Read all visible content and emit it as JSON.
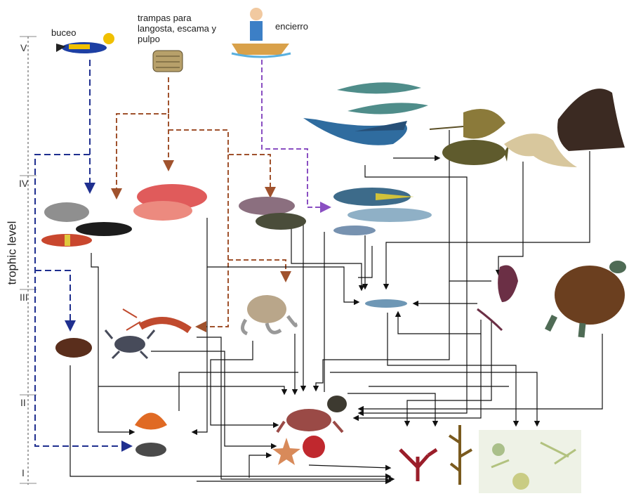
{
  "fishing": {
    "diving": "buceo",
    "traps": "trampas para langosta, escama y pulpo",
    "encircle": "encierro"
  },
  "axis": {
    "title": "trophic level",
    "levels": [
      "V",
      "IV",
      "III",
      "II",
      "I"
    ]
  },
  "colors": {
    "diving_line": "#1f2f8f",
    "traps_line": "#a0522d",
    "encircle_line": "#8a4fc2",
    "trophic_line": "#111111"
  },
  "organisms": [
    "diver-icon",
    "lobster-trap-icon",
    "fisherman-boat-icon",
    "hammerhead-shark-icon",
    "thresher-shark-icon",
    "stingray-icon",
    "flatfish-icon",
    "guitarfish-icon",
    "sea-lion-icon",
    "reef-fish-icon",
    "snapper-icon",
    "grouper-icon",
    "tuna-icon",
    "sardine-icon",
    "squid-icon",
    "sea-turtle-icon",
    "octopus-icon",
    "spiny-lobster-icon",
    "crab-icon",
    "sea-cucumber-icon",
    "scallop-icon",
    "mussel-icon",
    "crustacean-icon",
    "snail-icon",
    "sea-star-icon",
    "sea-urchin-icon",
    "red-algae-icon",
    "brown-algae-icon",
    "phytoplankton-icon"
  ]
}
